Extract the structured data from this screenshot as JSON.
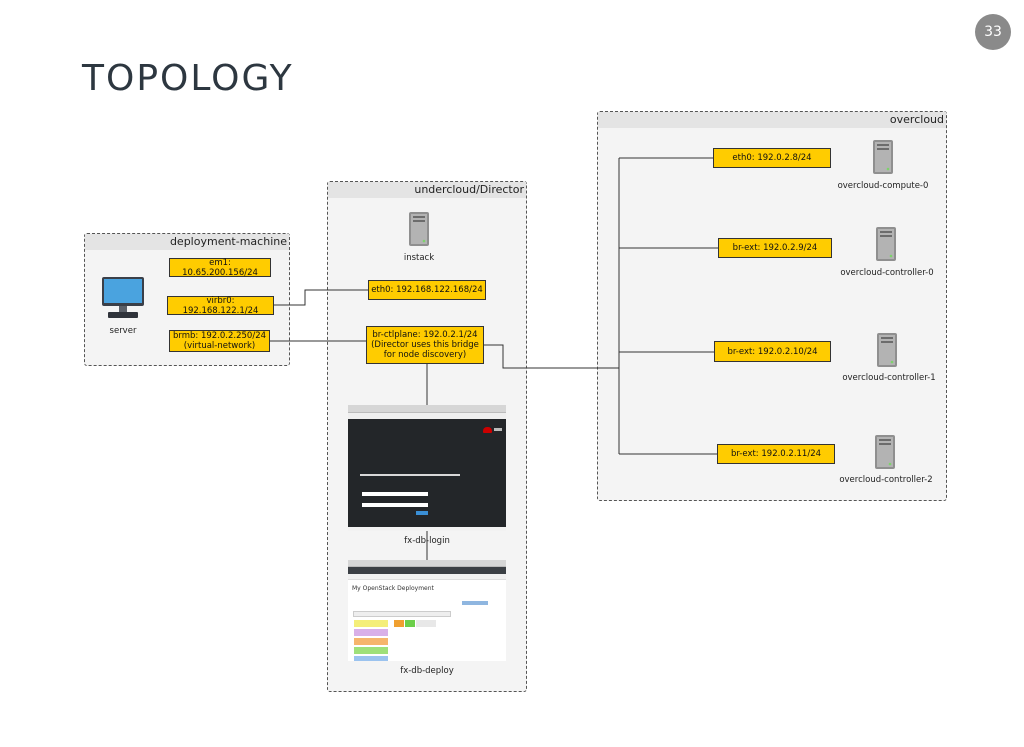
{
  "page": {
    "number": "33",
    "title": "TOPOLOGY"
  },
  "groups": {
    "deployment": "deployment-machine",
    "undercloud": "undercloud/Director",
    "overcloud": "overcloud"
  },
  "deployment": {
    "em1": "em1: 10.65.200.156/24",
    "virbr0": "virbr0: 192.168.122.1/24",
    "brmb_line1": "brmb: 192.0.2.250/24",
    "brmb_line2": "(virtual-network)",
    "server_label": "server"
  },
  "undercloud": {
    "instack_label": "instack",
    "eth0": "eth0: 192.168.122.168/24",
    "br_line1": "br-ctlplane: 192.0.2.1/24",
    "br_line2": "(Director uses this bridge",
    "br_line3": "for node discovery)",
    "login_label": "fx-db-login",
    "deploy_label": "fx-db-deploy",
    "deploy_heading": "My OpenStack Deployment"
  },
  "overcloud": {
    "compute0_ip": "eth0: 192.0.2.8/24",
    "compute0_label": "overcloud-compute-0",
    "ctrl0_ip": "br-ext: 192.0.2.9/24",
    "ctrl0_label": "overcloud-controller-0",
    "ctrl1_ip": "br-ext: 192.0.2.10/24",
    "ctrl1_label": "overcloud-controller-1",
    "ctrl2_ip": "br-ext: 192.0.2.11/24",
    "ctrl2_label": "overcloud-controller-2"
  },
  "colors": {
    "address_box": "#ffcc00",
    "title": "#2d3740",
    "group_bg": "#f4f4f4"
  },
  "icons": {
    "server": "server-tower-icon",
    "desktop": "desktop-computer-icon",
    "brand": "red-hat-logo-icon"
  }
}
